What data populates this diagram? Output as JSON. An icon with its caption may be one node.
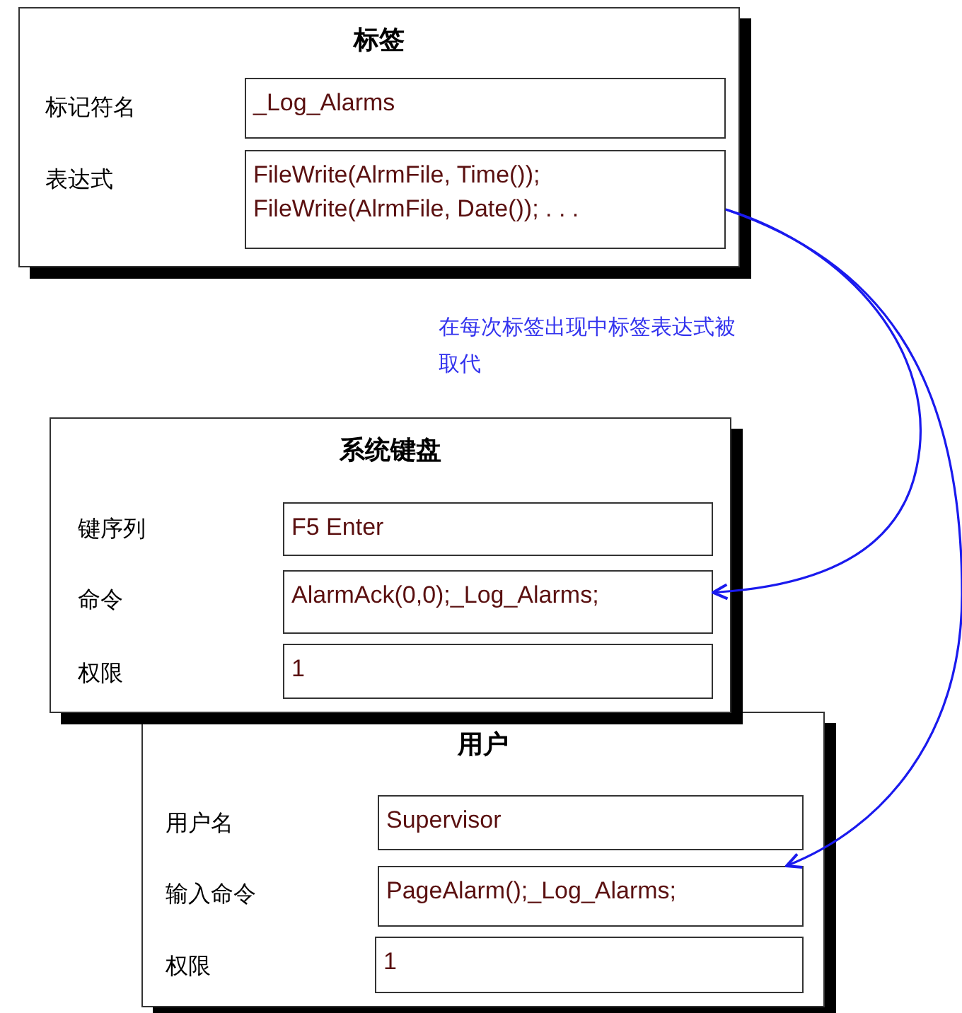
{
  "diagram": {
    "nodes": [
      {
        "text": [
          "标签"
        ]
      },
      {
        "text": [
          "_Log_Alarms"
        ],
        "in": 0
      },
      {
        "text": [
          "FileWrite(AlrmFile, Time()); FileWrite(AlrmFile, Date()); . . ."
        ],
        "in": 0
      },
      {
        "text": [
          "系统键盘"
        ]
      },
      {
        "text": [
          "F5 Enter"
        ],
        "in": 3
      },
      {
        "text": [
          "AlarmAck(0,0);_Log_Alarms;"
        ],
        "in": 3
      },
      {
        "text": [
          "1"
        ],
        "in": 3
      },
      {
        "text": [
          "用户"
        ]
      },
      {
        "text": [
          "Supervisor"
        ],
        "in": 7
      },
      {
        "text": [
          "PageAlarm();_Log_Alarms;"
        ],
        "in": 7
      },
      {
        "text": [
          "1"
        ],
        "in": 7
      }
    ],
    "edges": [
      {
        "from": 2,
        "to": 5,
        "arrow": "to"
      },
      {
        "from": 2,
        "to": 9,
        "arrow": "to"
      }
    ],
    "labels": [
      "标记符名",
      "表达式",
      "在每次标签出现中标签表达式被取代",
      "键序列",
      "命令",
      "权限",
      "用户名",
      "输入命令",
      "权限"
    ]
  }
}
